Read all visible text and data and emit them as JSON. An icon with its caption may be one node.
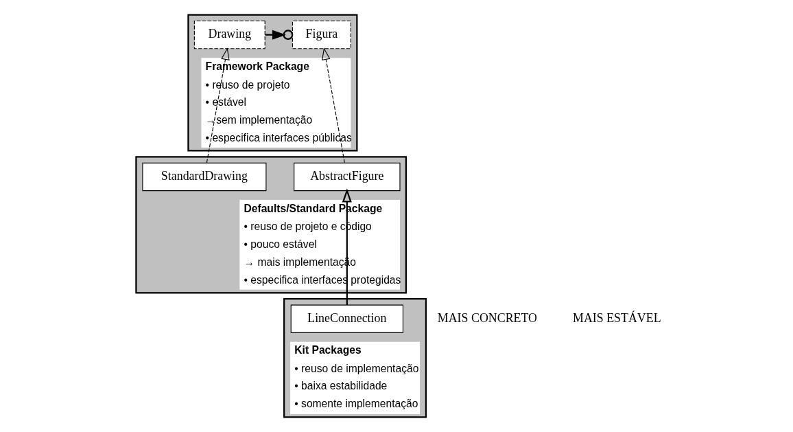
{
  "diagram": {
    "nodes": [
      {
        "text": [
          "Framework Package",
          "• reuso de projeto",
          "• estável",
          "→sem implementação",
          "• especifica interfaces públicas"
        ]
      },
      {
        "text": [
          "Drawing"
        ],
        "in": 0
      },
      {
        "text": [
          "Figura"
        ],
        "in": 0
      },
      {
        "text": [
          "Defaults/Standard Package",
          "• reuso de projeto e código",
          "• pouco estável",
          "→ mais implementação",
          "• especifica interfaces protegidas"
        ]
      },
      {
        "text": [
          "StandardDrawing"
        ],
        "in": 3
      },
      {
        "text": [
          "AbstractFigure"
        ],
        "in": 3
      },
      {
        "text": [
          "Kit Packages",
          "• reuso de implementação",
          "• baixa estabilidade",
          "• somente implementação"
        ]
      },
      {
        "text": [
          "LineConnection"
        ],
        "in": 6
      }
    ],
    "edges": [
      {
        "from": 1,
        "to": 2,
        "arrow": "to"
      },
      {
        "from": 4,
        "to": 1,
        "arrow": "to",
        "style": "dashed"
      },
      {
        "from": 5,
        "to": 2,
        "arrow": "to",
        "style": "dashed"
      },
      {
        "from": 7,
        "to": 5,
        "arrow": "to"
      }
    ],
    "labels": [
      "MAIS CONCRETO",
      "MAIS ESTÁVEL"
    ]
  }
}
